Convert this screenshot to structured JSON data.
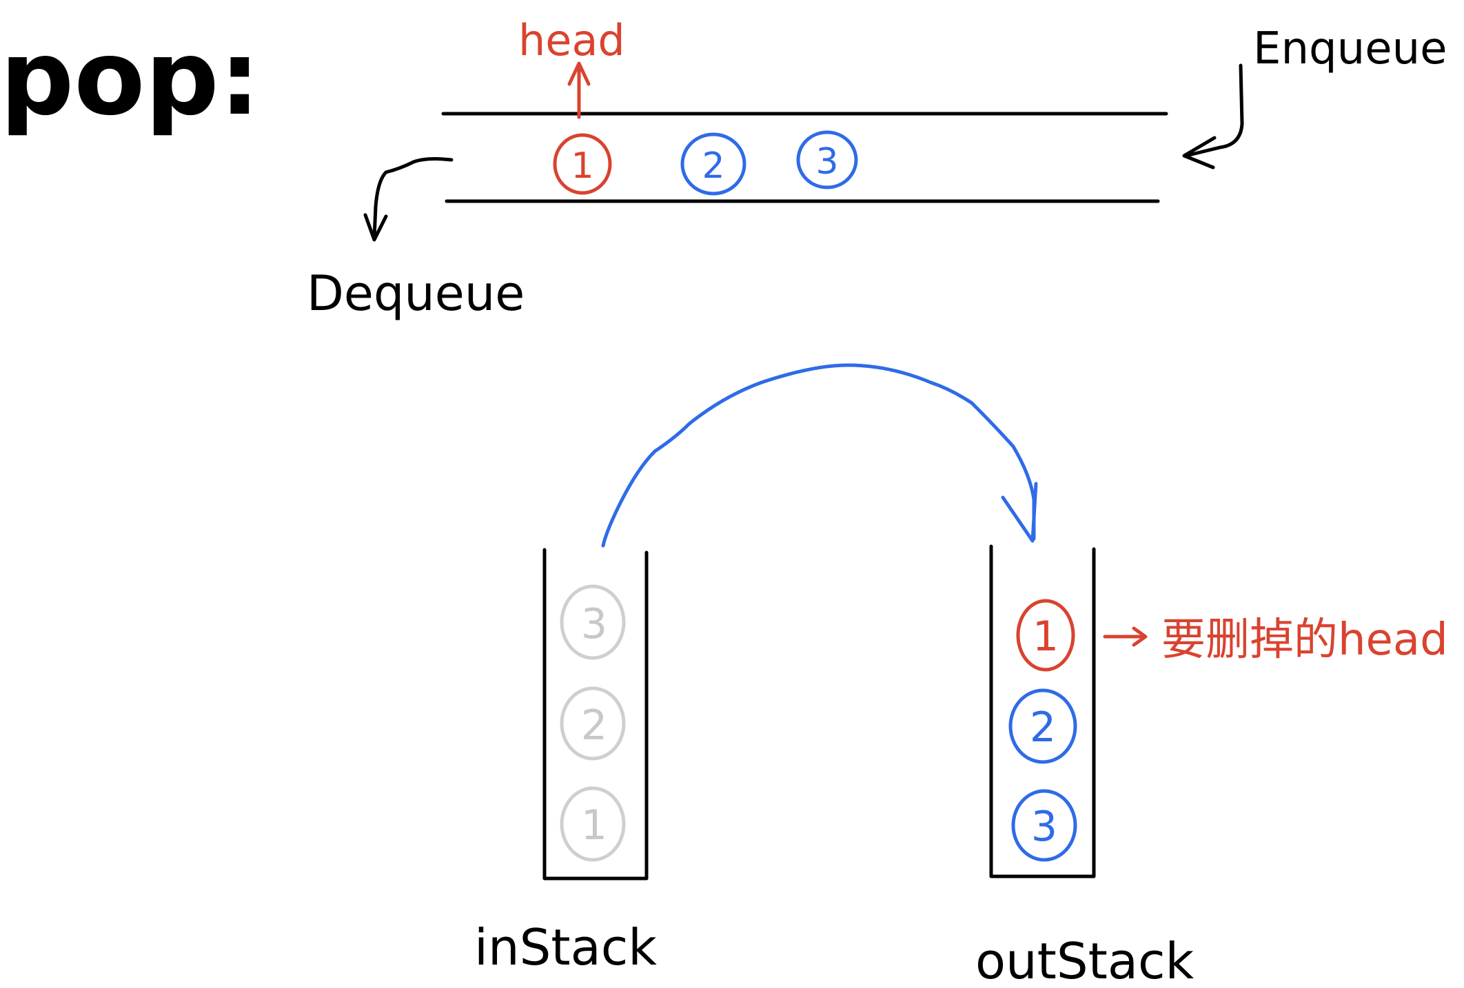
{
  "title": "pop:",
  "colors": {
    "ink": "#000000",
    "highlight": "#d9432f",
    "active": "#2f6be8",
    "faded": "#cfcfcf"
  },
  "queue": {
    "head_label": "head",
    "enqueue_label": "Enqueue",
    "dequeue_label": "Dequeue",
    "items": [
      {
        "value": "1",
        "state": "highlight"
      },
      {
        "value": "2",
        "state": "active"
      },
      {
        "value": "3",
        "state": "active"
      }
    ]
  },
  "in_stack": {
    "label": "inStack",
    "items_top_to_bottom": [
      {
        "value": "3",
        "state": "faded"
      },
      {
        "value": "2",
        "state": "faded"
      },
      {
        "value": "1",
        "state": "faded"
      }
    ]
  },
  "out_stack": {
    "label": "outStack",
    "items_top_to_bottom": [
      {
        "value": "1",
        "state": "highlight"
      },
      {
        "value": "2",
        "state": "active"
      },
      {
        "value": "3",
        "state": "active"
      }
    ],
    "annotation": "要删掉的head"
  }
}
